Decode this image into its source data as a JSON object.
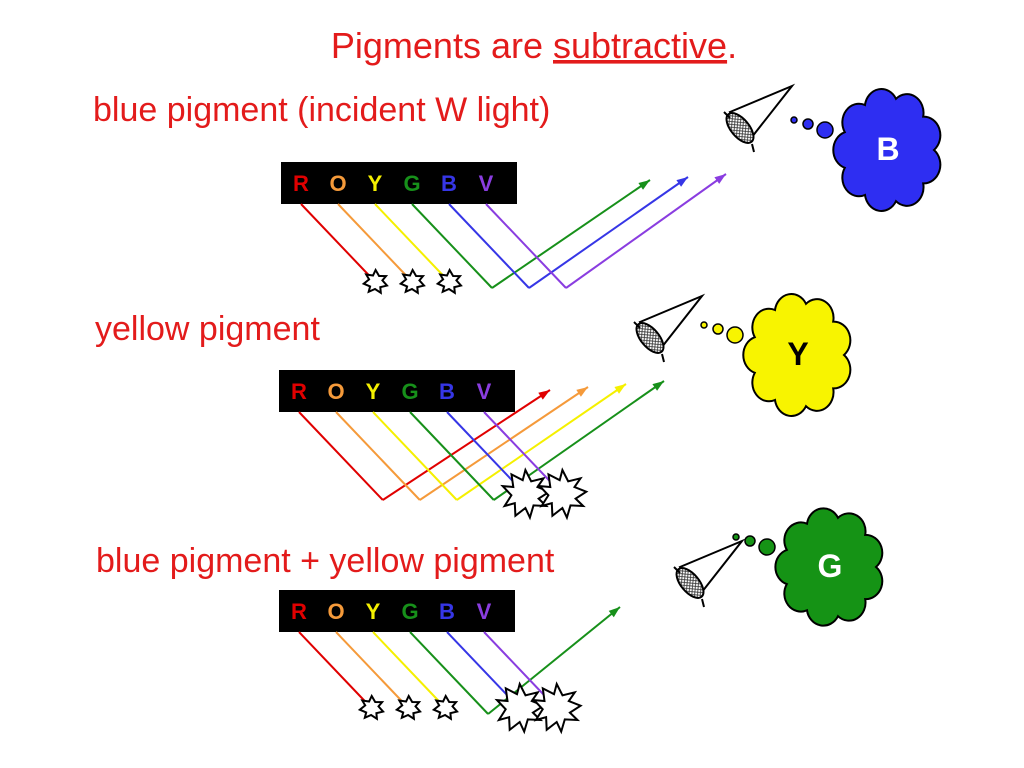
{
  "title": {
    "prefix": "Pigments are ",
    "emphasis": "subtractive",
    "suffix": "."
  },
  "colors": {
    "title_text": "#e31b1b",
    "R": "#e00000",
    "O": "#f59a3a",
    "Y": "#f5f000",
    "G": "#17901a",
    "B": "#3636e6",
    "V": "#8a3de0",
    "cloud_blue": "#2e2ef2",
    "cloud_yellow": "#f8f400",
    "cloud_green": "#159315"
  },
  "spectrum": [
    "R",
    "O",
    "Y",
    "G",
    "B",
    "V"
  ],
  "panels": [
    {
      "label": "blue pigment (incident W light)",
      "reflected": [
        "G",
        "B",
        "V"
      ],
      "absorbed": [
        "R",
        "O",
        "Y"
      ],
      "perceived": "B",
      "cloud_color": "blue",
      "icons": [
        "eye-icon",
        "thought-bubble-icon",
        "starburst-icon"
      ]
    },
    {
      "label": "yellow pigment",
      "reflected": [
        "R",
        "O",
        "Y",
        "G"
      ],
      "absorbed": [
        "B",
        "V"
      ],
      "perceived": "Y",
      "cloud_color": "yellow",
      "icons": [
        "eye-icon",
        "thought-bubble-icon",
        "starburst-icon"
      ]
    },
    {
      "label": "blue pigment + yellow pigment",
      "reflected": [
        "G"
      ],
      "absorbed": [
        "R",
        "O",
        "Y",
        "B",
        "V"
      ],
      "perceived": "G",
      "cloud_color": "green",
      "icons": [
        "eye-icon",
        "thought-bubble-icon",
        "starburst-icon"
      ]
    }
  ]
}
